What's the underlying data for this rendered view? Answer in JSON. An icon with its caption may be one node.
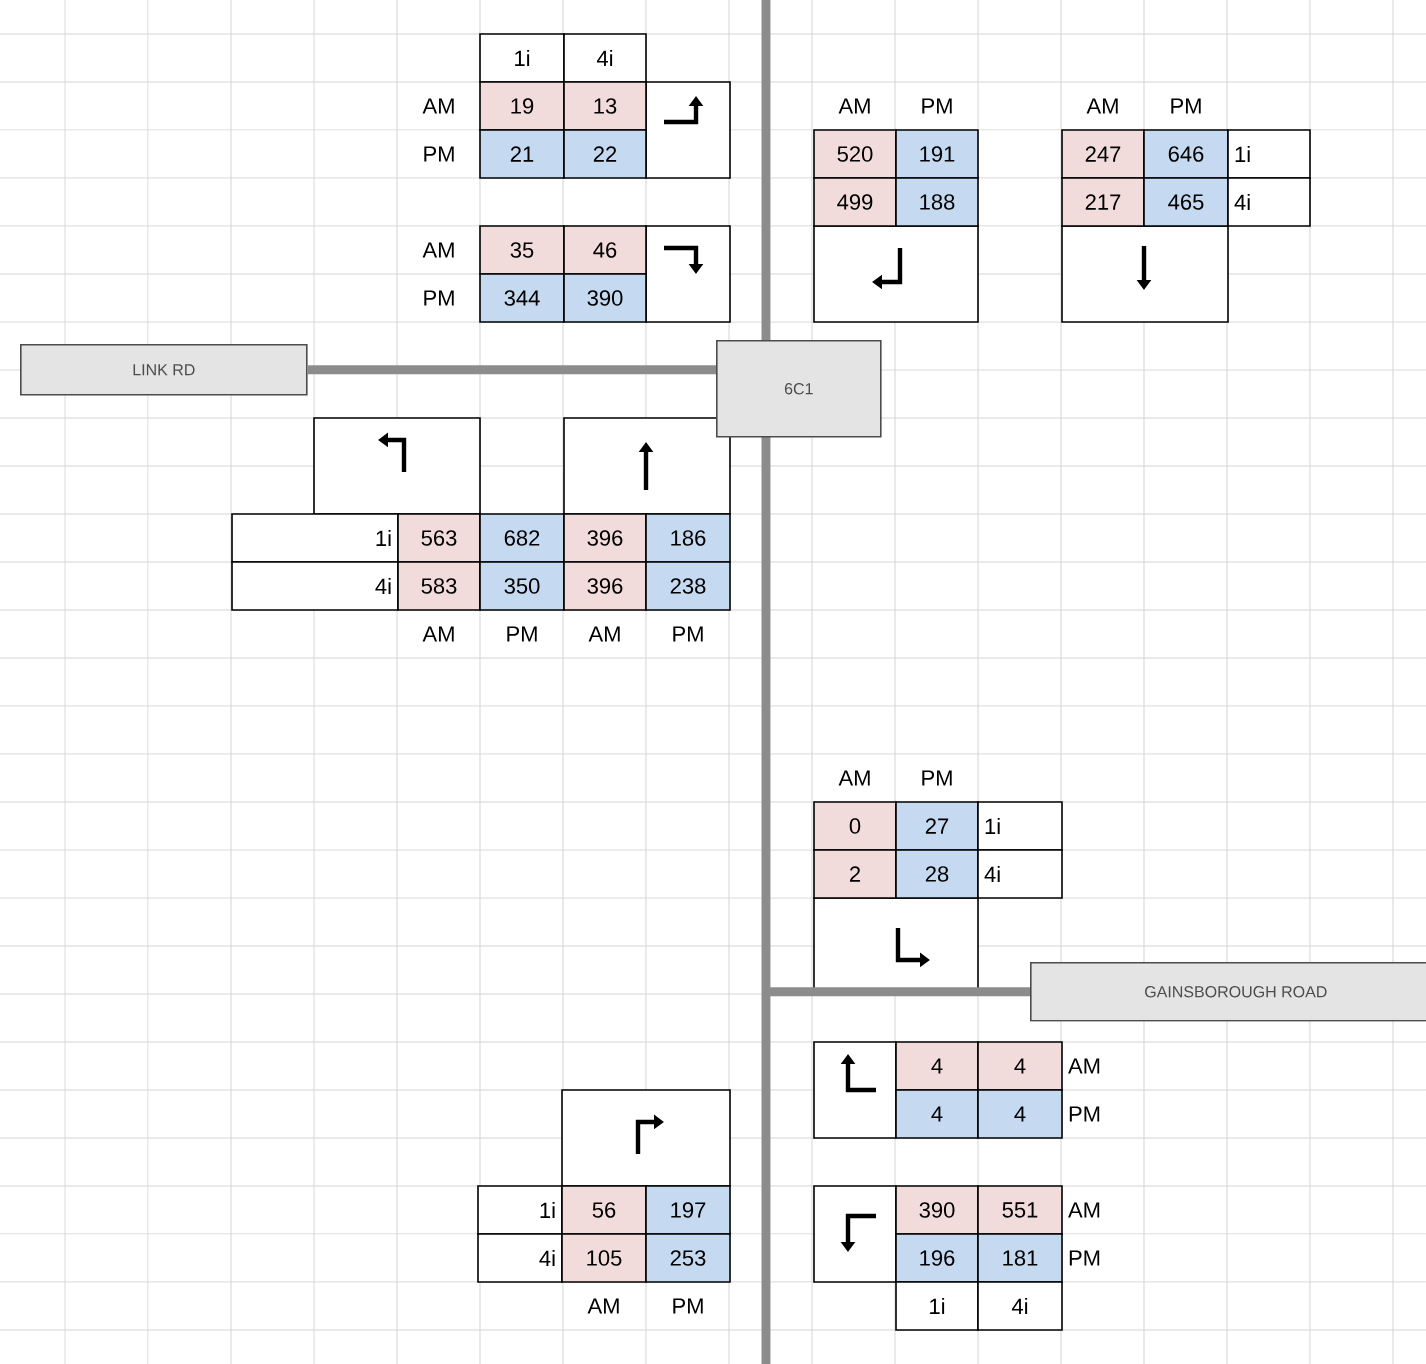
{
  "diagram": {
    "nodes": [
      {
        "text": [
          "LINK RD"
        ]
      },
      {
        "text": [
          "6C1"
        ]
      },
      {
        "text": [
          "GAINSBOROUGH ROAD"
        ]
      }
    ],
    "edges": [
      {
        "from": 0,
        "to": 1,
        "arrow": "none"
      },
      {
        "from": 2,
        "to": null,
        "arrow": "none"
      }
    ],
    "labels": [
      "1i",
      "4i",
      "AM",
      "19",
      "13",
      "AM",
      "PM",
      "AM",
      "PM",
      "PM",
      "21",
      "22",
      "520",
      "191",
      "247",
      "646",
      "1i",
      "499",
      "188",
      "217",
      "465",
      "4i",
      "AM",
      "35",
      "46",
      "PM",
      "344",
      "390",
      "1i",
      "563",
      "682",
      "396",
      "186",
      "4i",
      "583",
      "350",
      "396",
      "238",
      "AM",
      "PM",
      "AM",
      "PM",
      "AM",
      "PM",
      "0",
      "27",
      "1i",
      "2",
      "28",
      "4i",
      "4",
      "4",
      "AM",
      "4",
      "4",
      "PM",
      "1i",
      "56",
      "197",
      "390",
      "551",
      "AM",
      "4i",
      "105",
      "253",
      "196",
      "181",
      "PM",
      "AM",
      "PM",
      "1i",
      "4i"
    ]
  }
}
